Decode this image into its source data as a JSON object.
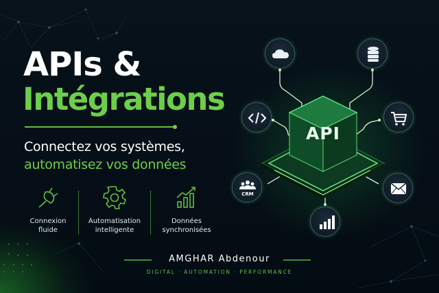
{
  "title": {
    "line1": "APIs &",
    "line2": "Intégrations"
  },
  "subtitle": {
    "line1": "Connectez vos systèmes,",
    "line2": "automatisez vos données"
  },
  "features": [
    {
      "icon": "plug-icon",
      "label_line1": "Connexion",
      "label_line2": "fluide"
    },
    {
      "icon": "gear-icon",
      "label_line1": "Automatisation",
      "label_line2": "intelligente"
    },
    {
      "icon": "growth-chart-icon",
      "label_line1": "Données",
      "label_line2": "synchronisées"
    }
  ],
  "diagram": {
    "center_label": "API",
    "nodes": [
      {
        "name": "cloud",
        "icon": "cloud-icon"
      },
      {
        "name": "database",
        "icon": "database-icon"
      },
      {
        "name": "code",
        "icon": "code-icon"
      },
      {
        "name": "cart",
        "icon": "shopping-cart-icon"
      },
      {
        "name": "crm",
        "icon": "users-icon",
        "label": "CRM"
      },
      {
        "name": "email",
        "icon": "envelope-icon"
      },
      {
        "name": "analytics",
        "icon": "bar-chart-icon"
      }
    ]
  },
  "footer": {
    "author": "AMGHAR Abdenour",
    "tagline": "DIGITAL · AUTOMATION · PERFORMANCE"
  },
  "colors": {
    "background": "#050d14",
    "accent_green": "#6ccf4a",
    "text_white": "#ffffff",
    "node_border": "#3f5a64"
  }
}
